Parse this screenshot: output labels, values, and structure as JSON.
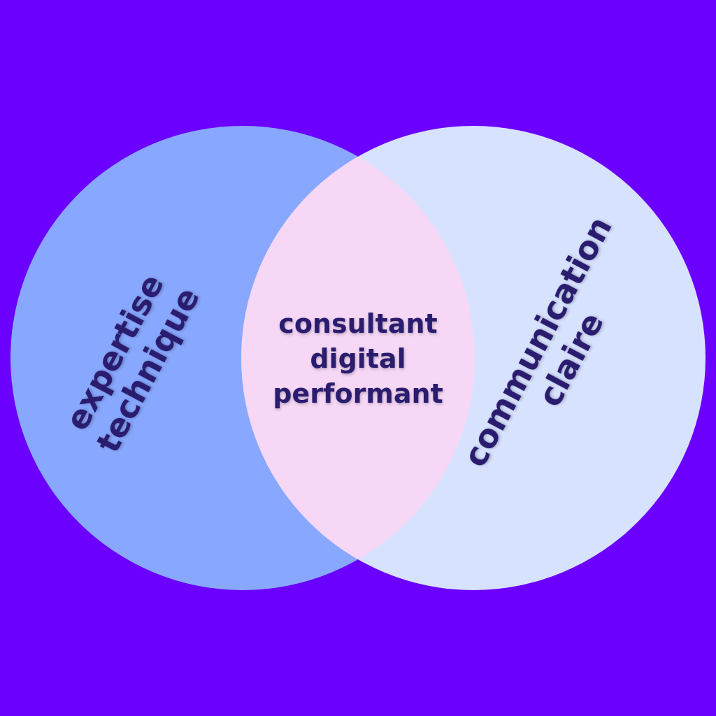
{
  "colors": {
    "background": "#6B00FF",
    "left_circle": "#88A8FF",
    "right_circle": "#D7E2FF",
    "intersection": "#F6D8F6",
    "text": "#2B1A6E"
  },
  "left": {
    "lines": [
      "expertise",
      "technique"
    ]
  },
  "right": {
    "lines": [
      "communication",
      "claire"
    ]
  },
  "center": {
    "lines": [
      "consultant",
      "digital",
      "performant"
    ]
  }
}
